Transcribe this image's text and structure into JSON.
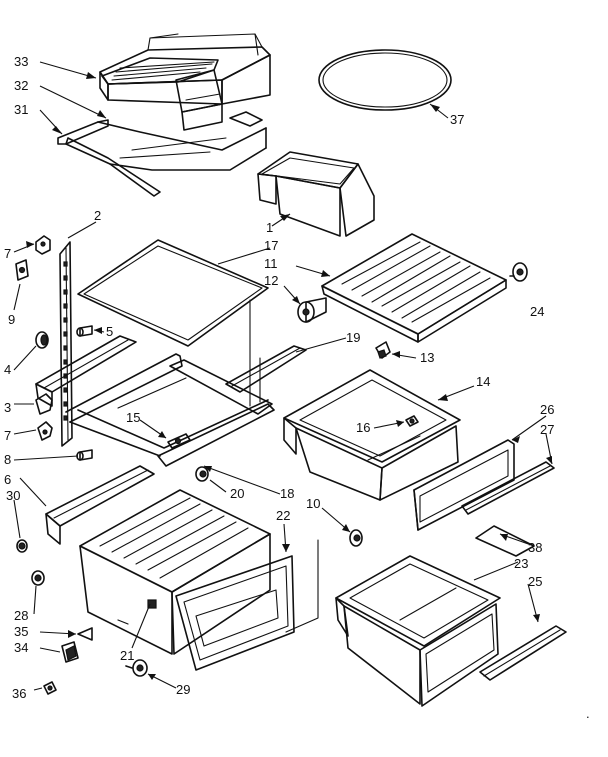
{
  "callouts": {
    "c1": "1",
    "c2": "2",
    "c3": "3",
    "c4": "4",
    "c5": "5",
    "c6": "6",
    "c7a": "7",
    "c7b": "7",
    "c8": "8",
    "c9": "9",
    "c10": "10",
    "c11": "11",
    "c12": "12",
    "c13": "13",
    "c14": "14",
    "c15": "15",
    "c16": "16",
    "c17": "17",
    "c18": "18",
    "c19": "19",
    "c20": "20",
    "c21": "21",
    "c22": "22",
    "c23": "23",
    "c24": "24",
    "c25": "25",
    "c26": "26",
    "c27": "27",
    "c28": "28",
    "c29": "29",
    "c30": "30",
    "c31": "31",
    "c32": "32",
    "c33": "33",
    "c34": "34",
    "c35": "35",
    "c36": "36",
    "c37": "37",
    "c38": "38"
  },
  "page_number_mark": "."
}
